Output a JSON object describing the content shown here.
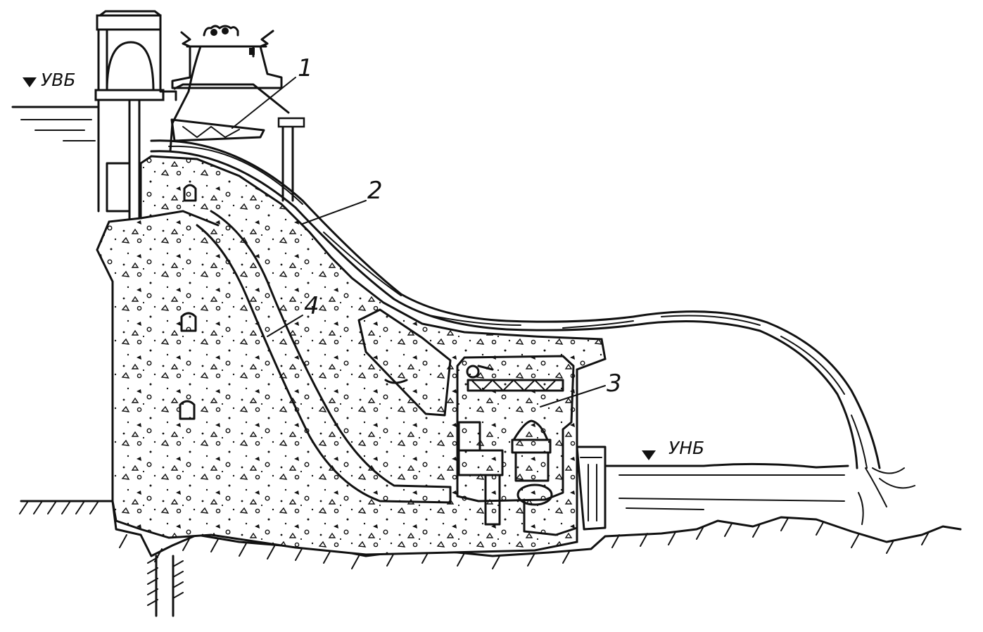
{
  "water_levels": {
    "upstream": "УВБ",
    "downstream": "УНБ"
  },
  "callouts": [
    {
      "id": "1",
      "text": "1"
    },
    {
      "id": "2",
      "text": "2"
    },
    {
      "id": "3",
      "text": "3"
    },
    {
      "id": "4",
      "text": "4"
    }
  ],
  "colors": {
    "ink": "#111111",
    "background": "#ffffff",
    "concrete_fill": "#ffffff"
  }
}
